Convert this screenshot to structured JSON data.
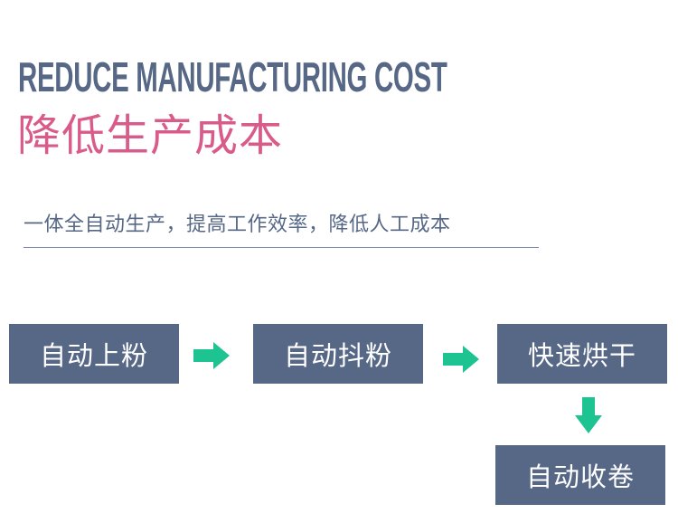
{
  "header": {
    "en_title": "REDUCE MANUFACTURING COST",
    "cn_title": "降低生产成本",
    "subtitle": "一体全自动生产，提高工作效率，降低人工成本"
  },
  "process": {
    "steps": [
      {
        "label": "自动上粉"
      },
      {
        "label": "自动抖粉"
      },
      {
        "label": "快速烘干"
      },
      {
        "label": "自动收卷"
      }
    ]
  },
  "colors": {
    "box": "#576887",
    "arrow": "#1dc391",
    "accent": "#d95b8a"
  }
}
